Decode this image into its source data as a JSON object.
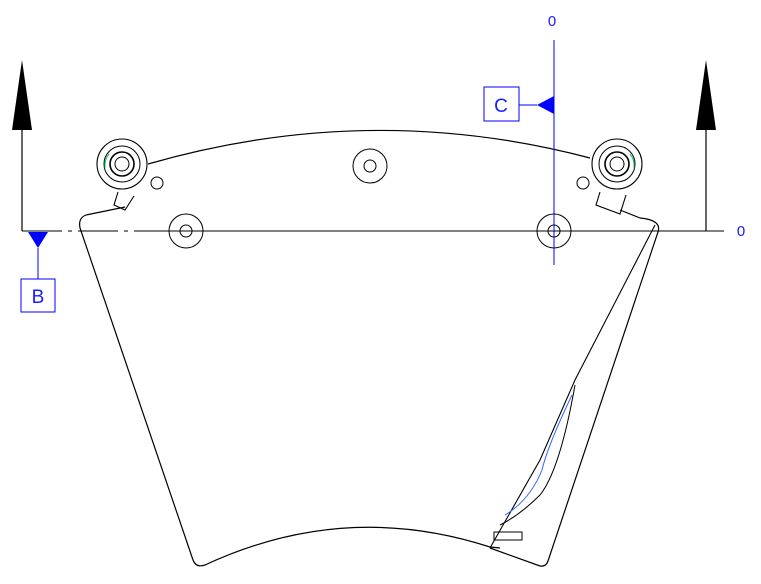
{
  "drawing": {
    "datums": [
      {
        "id": "datum-b",
        "letter": "B"
      },
      {
        "id": "datum-c",
        "letter": "C"
      }
    ],
    "axis_labels": [
      {
        "id": "axis-label-top",
        "text": "0"
      },
      {
        "id": "axis-label-right",
        "text": "0"
      }
    ]
  },
  "colors": {
    "outline": "#000000",
    "datum": "#0000ff",
    "datum_text": "#1a1aff",
    "weld_accent": "#00cc66",
    "inner_curve": "#3366ff"
  }
}
